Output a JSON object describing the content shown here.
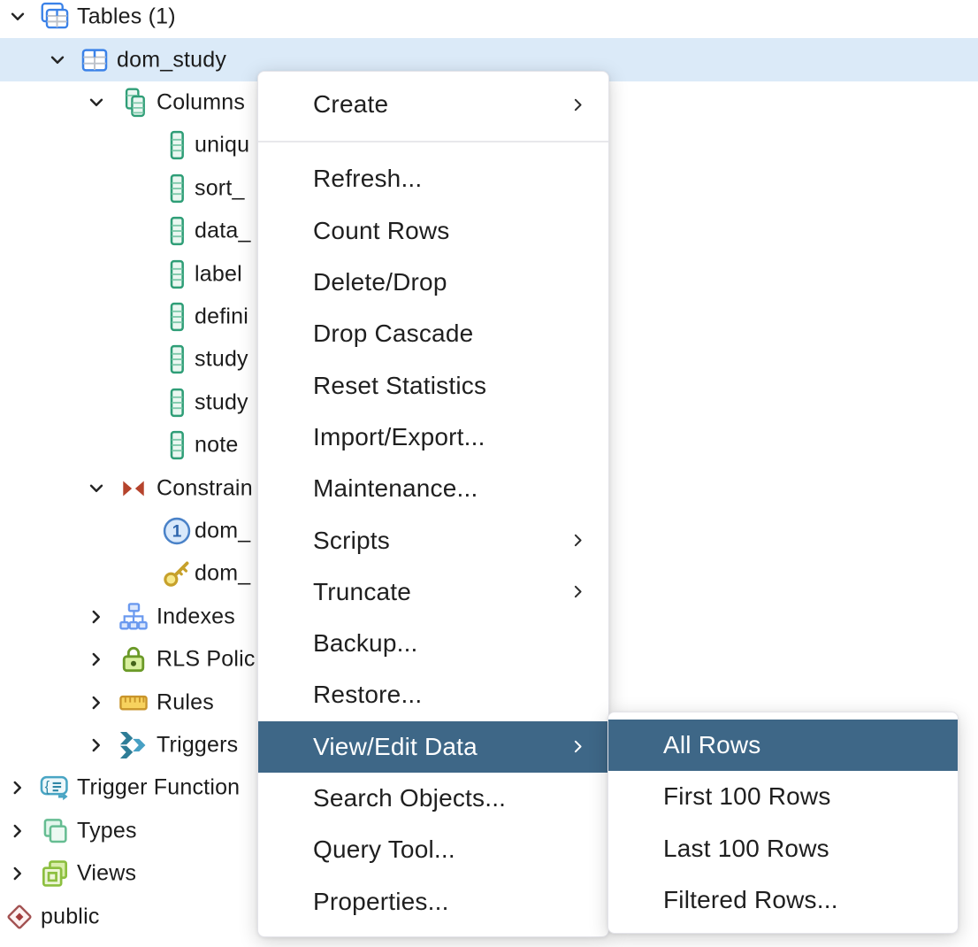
{
  "app": "pgAdmin object browser",
  "colors": {
    "tree_selected_row": "#dbeaf8",
    "menu_highlight": "#3e6787",
    "menu_highlight_text": "#ffffff",
    "tree_text": "#1c1c1c",
    "menu_text": "#1f1f1f",
    "table_icon_blue": "#3b82e8",
    "column_icon_green": "#2f9e77",
    "constraint_icon_red": "#b5432c",
    "key_icon_gold": "#c7a12b",
    "trigger_icon_teal": "#2e7d97",
    "views_icon_lime": "#8cbf3f",
    "schema_icon_red": "#a35252"
  },
  "tree": {
    "items": [
      {
        "label": "Tables (1)",
        "level": 1,
        "expanded": true,
        "icon": "tables"
      },
      {
        "label": "dom_study",
        "level": 2,
        "expanded": true,
        "icon": "table",
        "selected": true
      },
      {
        "label": "Columns",
        "level": 3,
        "expanded": true,
        "icon": "columns"
      },
      {
        "label": "uniqu",
        "level": 4,
        "icon": "column"
      },
      {
        "label": "sort_",
        "level": 4,
        "icon": "column"
      },
      {
        "label": "data_",
        "level": 4,
        "icon": "column"
      },
      {
        "label": "label",
        "level": 4,
        "icon": "column"
      },
      {
        "label": "defini",
        "level": 4,
        "icon": "column"
      },
      {
        "label": "study",
        "level": 4,
        "icon": "column"
      },
      {
        "label": "study",
        "level": 4,
        "icon": "column"
      },
      {
        "label": "note",
        "level": 4,
        "icon": "column"
      },
      {
        "label": "Constrain",
        "level": 3,
        "expanded": true,
        "icon": "constraints"
      },
      {
        "label": "dom_",
        "level": 4,
        "icon": "check-constraint"
      },
      {
        "label": "dom_",
        "level": 4,
        "icon": "primary-key"
      },
      {
        "label": "Indexes",
        "level": 3,
        "expanded": false,
        "icon": "indexes"
      },
      {
        "label": "RLS Polic",
        "level": 3,
        "expanded": false,
        "icon": "rls-policies"
      },
      {
        "label": "Rules",
        "level": 3,
        "expanded": false,
        "icon": "rules"
      },
      {
        "label": "Triggers",
        "level": 3,
        "expanded": false,
        "icon": "triggers"
      },
      {
        "label": "Trigger Function",
        "level": 1,
        "expanded": false,
        "icon": "trigger-functions"
      },
      {
        "label": "Types",
        "level": 1,
        "expanded": false,
        "icon": "types"
      },
      {
        "label": "Views",
        "level": 1,
        "expanded": false,
        "icon": "views"
      },
      {
        "label": "public",
        "level": 0,
        "icon": "schema"
      }
    ]
  },
  "context_menu": {
    "items": [
      {
        "label": "Create",
        "submenu": true
      },
      {
        "separator": true
      },
      {
        "label": "Refresh..."
      },
      {
        "label": "Count Rows"
      },
      {
        "label": "Delete/Drop"
      },
      {
        "label": "Drop Cascade"
      },
      {
        "label": "Reset Statistics"
      },
      {
        "label": "Import/Export..."
      },
      {
        "label": "Maintenance..."
      },
      {
        "label": "Scripts",
        "submenu": true
      },
      {
        "label": "Truncate",
        "submenu": true
      },
      {
        "label": "Backup..."
      },
      {
        "label": "Restore..."
      },
      {
        "label": "View/Edit Data",
        "submenu": true,
        "highlighted": true
      },
      {
        "label": "Search Objects..."
      },
      {
        "label": "Query Tool..."
      },
      {
        "label": "Properties..."
      }
    ]
  },
  "submenu": {
    "items": [
      {
        "label": "All Rows",
        "highlighted": true
      },
      {
        "label": "First 100 Rows"
      },
      {
        "label": "Last 100 Rows"
      },
      {
        "label": "Filtered Rows..."
      }
    ]
  }
}
